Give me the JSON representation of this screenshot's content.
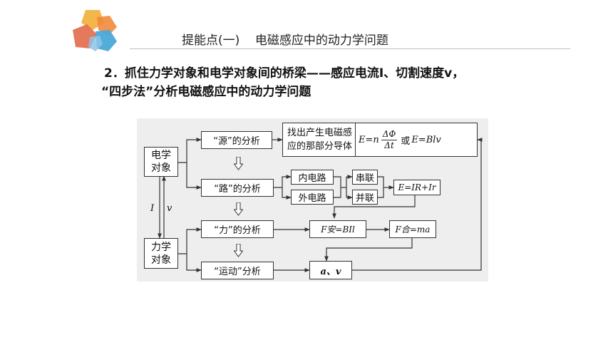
{
  "slide": {
    "title": "提能点(一)    电磁感应中的动力学问题",
    "point_line1": "2．抓住力学对象和电学对象间的桥梁——感应电流I、切割速度v，",
    "point_line2": "“四步法”分析电磁感应中的动力学问题"
  },
  "diagram": {
    "electric_object": "电学\n对象",
    "mechanical_object": "力学\n对象",
    "bridge_I": "I",
    "bridge_v": "v",
    "step_source": "“源”的分析",
    "step_circuit": "“路”的分析",
    "step_force": "“力”的分析",
    "step_motion": "“运动”分析",
    "source_detail": "找出产生电磁感\n应的那部分导体",
    "emf_formula": {
      "lhs": "E=n",
      "numerator": "ΔΦ",
      "denominator": "Δt",
      "or": "或",
      "alt": "E=Blv"
    },
    "inner_circuit": "内电路",
    "outer_circuit": "外电路",
    "series": "串联",
    "parallel": "并联",
    "ohm_law": "E=IR+Ir",
    "ampere_force": "F安=BIl",
    "net_force": "F合=ma",
    "motion_result": "a、v"
  }
}
